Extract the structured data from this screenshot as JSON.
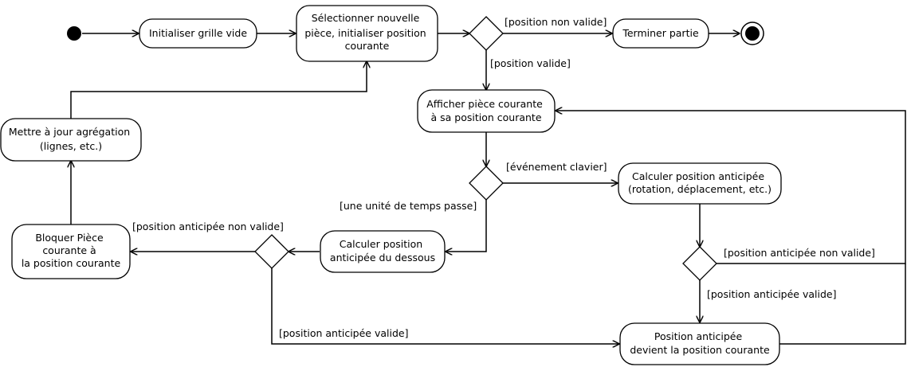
{
  "nodes": {
    "init_grid": [
      "Initialiser grille vide"
    ],
    "select_piece": [
      "Sélectionner nouvelle",
      "pièce, initialiser position",
      "courante"
    ],
    "end_game": [
      "Terminer partie"
    ],
    "display_piece": [
      "Afficher pièce courante",
      "à sa position courante"
    ],
    "update_aggregation": [
      "Mettre à jour agrégation",
      "(lignes, etc.)"
    ],
    "compute_anticipated": [
      "Calculer position anticipée",
      "(rotation, déplacement, etc.)"
    ],
    "block_piece": [
      "Bloquer Pièce",
      "courante à",
      "la position courante"
    ],
    "compute_below": [
      "Calculer position",
      "anticipée du dessous"
    ],
    "anticipated_becomes": [
      "Position anticipée",
      "devient la position courante"
    ]
  },
  "guards": {
    "position_invalid": "[position non valide]",
    "position_valid": "[position valide]",
    "keyboard_event": "[événement clavier]",
    "time_unit_passes": "[une unité de temps passe]",
    "anticipated_invalid_left": "[position anticipée non valide]",
    "anticipated_invalid_right": "[position anticipée non valide]",
    "anticipated_valid_right": "[position anticipée valide]",
    "anticipated_valid_bottom": "[position anticipée valide]"
  }
}
